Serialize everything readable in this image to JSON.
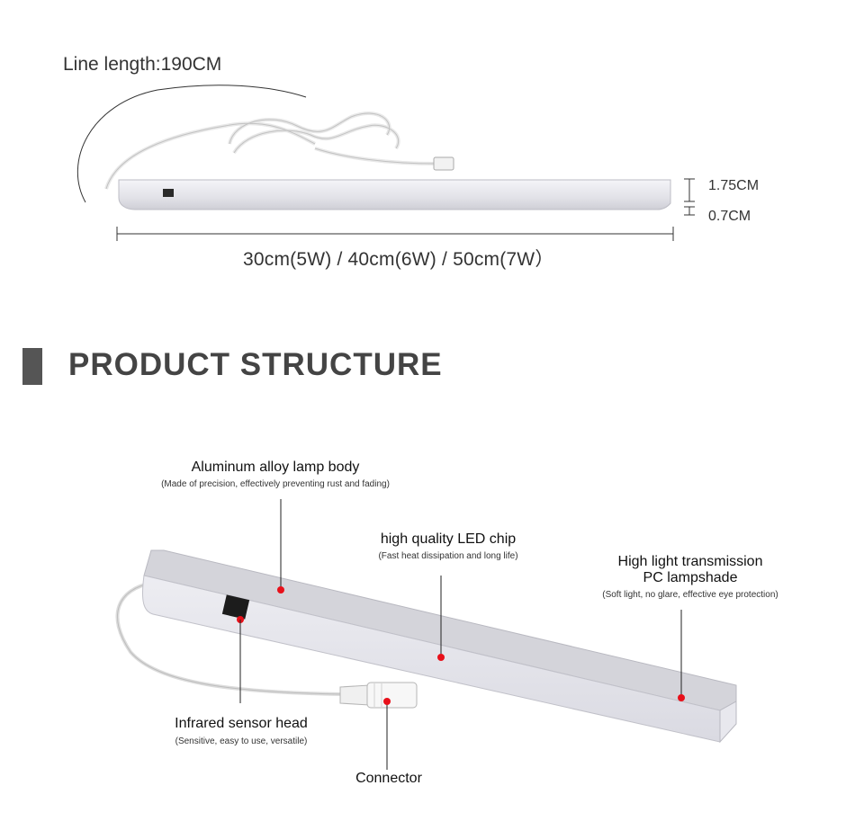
{
  "top": {
    "line_length": "Line length:190CM",
    "height_label": "1.75CM",
    "depth_label": "0.7CM",
    "sizes": "30cm(5W) / 40cm(6W) / 50cm(7W）"
  },
  "section": {
    "title": "PRODUCT STRUCTURE"
  },
  "callouts": {
    "body": {
      "title": "Aluminum alloy lamp body",
      "sub": "(Made of precision, effectively preventing rust and fading)"
    },
    "chip": {
      "title": "high quality LED chip",
      "sub": "(Fast heat dissipation and long life)"
    },
    "shade": {
      "title_line1": "High light transmission",
      "title_line2": "PC lampshade",
      "sub": "(Soft light, no glare, effective eye protection)"
    },
    "sensor": {
      "title": "Infrared sensor head",
      "sub": "(Sensitive, easy to use, versatile)"
    },
    "connector": {
      "title": "Connector"
    }
  },
  "colors": {
    "marker": "#e8101a",
    "section_bar": "#555555",
    "lamp_face": "#e6e6ec",
    "lamp_rail": "#c9c9cf"
  }
}
